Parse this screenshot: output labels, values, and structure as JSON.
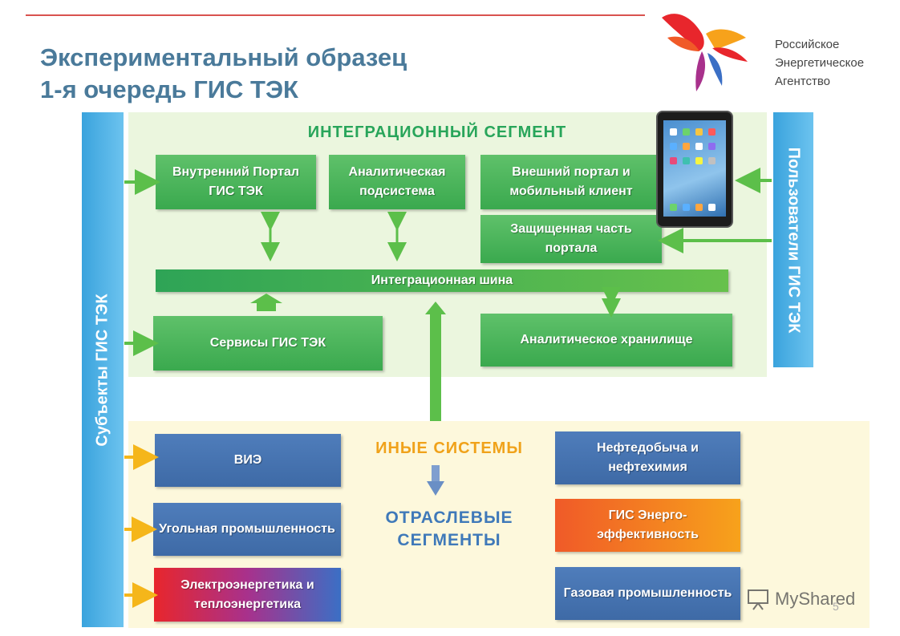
{
  "header": {
    "title_line1": "Экспериментальный образец",
    "title_line2": "1-я очередь ГИС ТЭК"
  },
  "logo": {
    "line1": "Российское",
    "line2": "Энергетическое",
    "line3": "Агентство"
  },
  "left_bar": "Субъекты ГИС ТЭК",
  "right_bar": "Пользователи ГИС ТЭК",
  "integration": {
    "title": "ИНТЕГРАЦИОННЫЙ СЕГМЕНТ",
    "internal_portal": "Внутренний Портал ГИС ТЭК",
    "analytic_subsystem": "Аналитическая подсистема",
    "external_portal": "Внешний портал и мобильный клиент",
    "protected_portal": "Защищенная часть портала",
    "bus": "Интеграционная шина",
    "services": "Сервисы ГИС ТЭК",
    "storage": "Аналитическое хранилище"
  },
  "other": {
    "title": "ИНЫЕ СИСТЕМЫ",
    "sector_title": "ОТРАСЛЕВЫЕ СЕГМЕНТЫ",
    "vie": "ВИЭ",
    "coal": "Угольная промышленность",
    "electro": "Электроэнергетика и теплоэнергетика",
    "oil": "Нефтедобыча и нефтехимия",
    "gis_eff": "ГИС Энерго-эффективность",
    "gas": "Газовая промышленность"
  },
  "watermark": "MyShared",
  "page_number": "5",
  "colors": {
    "green": "#3aa94e",
    "blue_box": "#4a78b5",
    "bar_blue": "#3aa3dd",
    "orange": "#f7a21b",
    "title_color": "#4a7a9a"
  }
}
